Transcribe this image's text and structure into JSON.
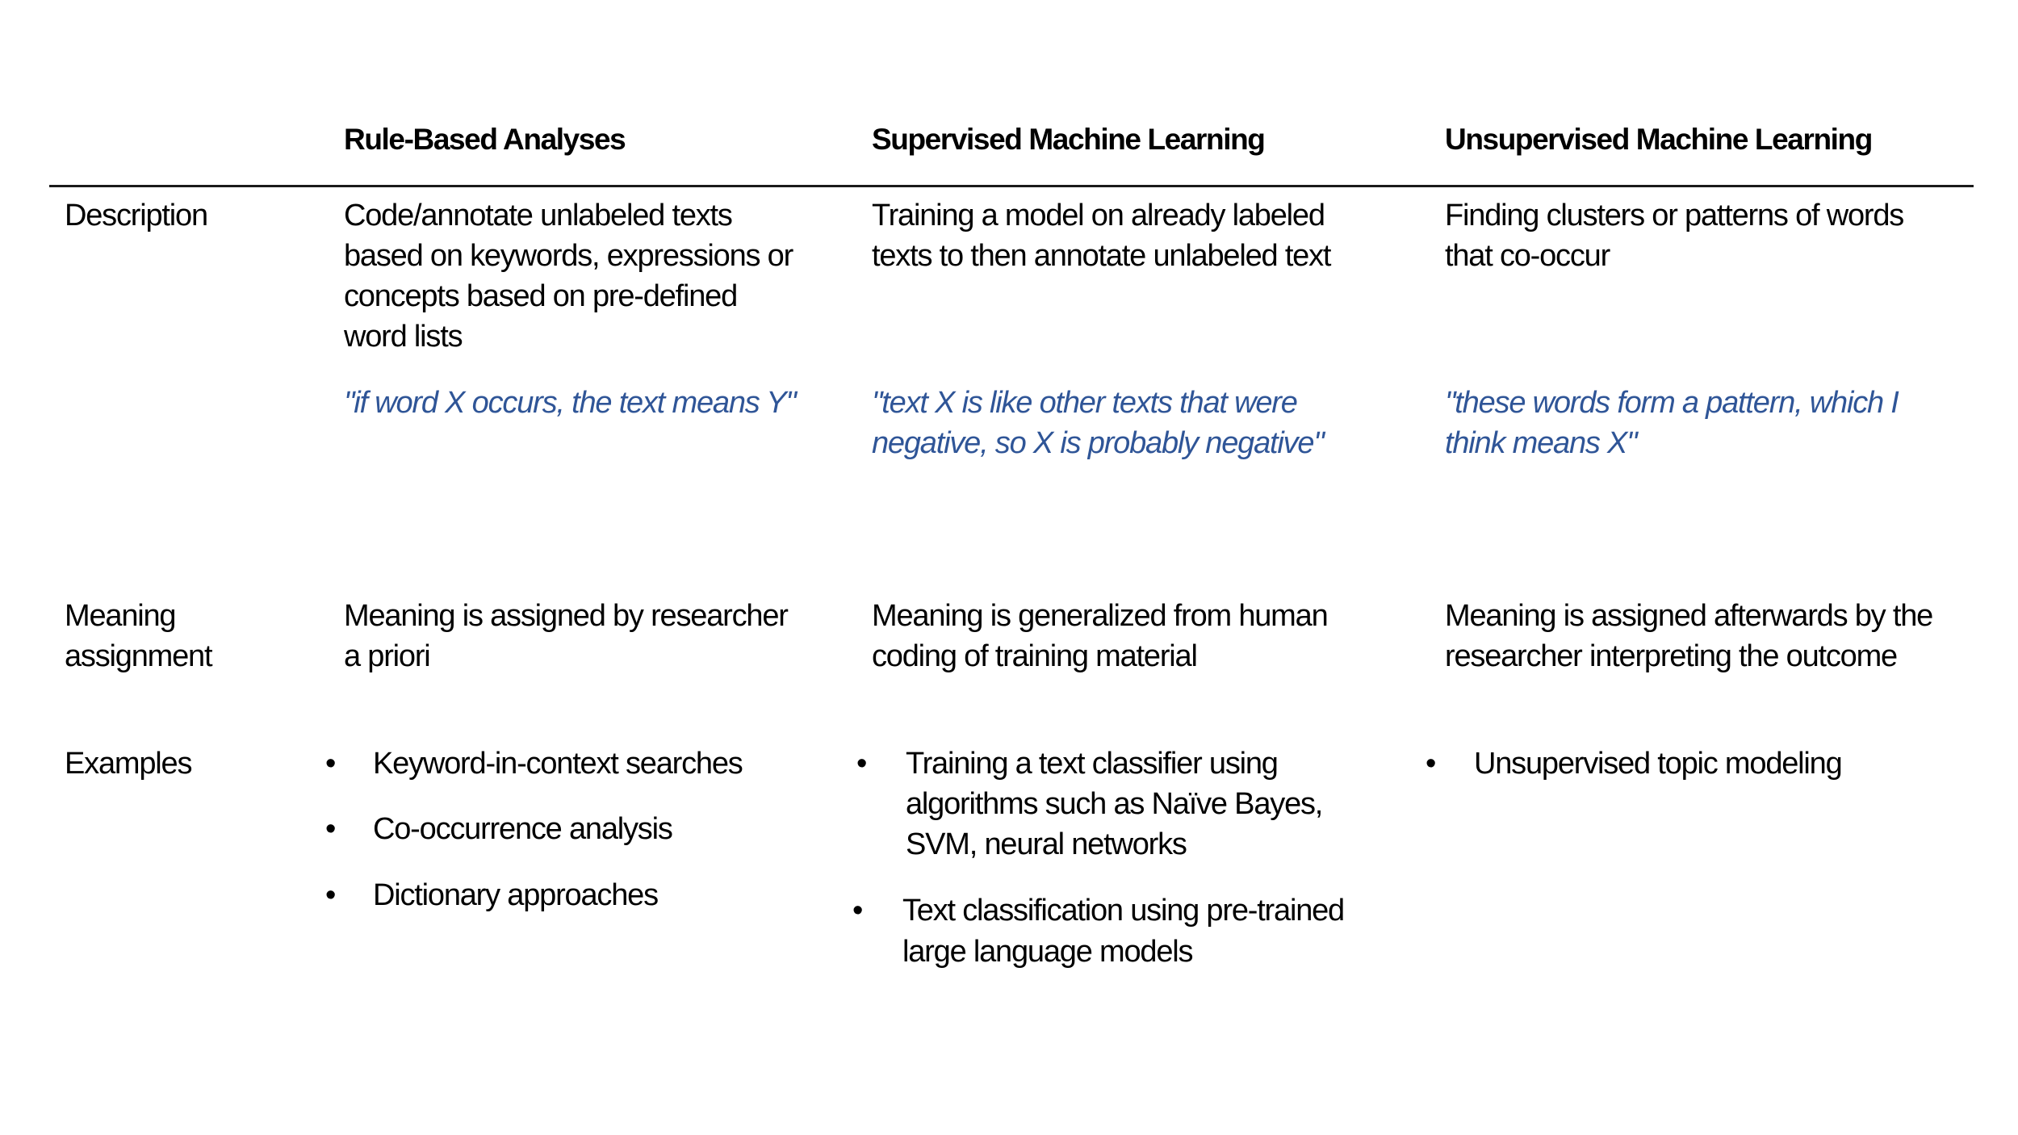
{
  "columns": [
    {
      "header": "Rule-Based Analyses"
    },
    {
      "header": "Supervised Machine Learning"
    },
    {
      "header": "Unsupervised Machine Learning"
    }
  ],
  "rows": {
    "description": {
      "label": "Description",
      "cells": [
        {
          "lines": [
            "Code/annotate unlabeled texts",
            "based on keywords, expressions or",
            "concepts based on pre-defined",
            "word lists"
          ],
          "quote_lines": [
            "\"if word X occurs, the text means Y\""
          ]
        },
        {
          "lines": [
            "Training a model on already labeled",
            "texts to then annotate unlabeled text"
          ],
          "quote_lines": [
            "\"text X is like other texts that were",
            "negative, so X is probably negative\""
          ]
        },
        {
          "lines": [
            "Finding clusters or patterns of words",
            "that co-occur"
          ],
          "quote_lines": [
            "\"these words form a pattern, which I",
            "think means X\""
          ]
        }
      ]
    },
    "meaning": {
      "label_lines": [
        "Meaning",
        "assignment"
      ],
      "cells": [
        {
          "lines": [
            "Meaning is assigned by researcher",
            "a priori"
          ]
        },
        {
          "lines": [
            "Meaning is generalized from human",
            "coding of training material"
          ]
        },
        {
          "lines": [
            "Meaning is assigned afterwards by the",
            "researcher interpreting the outcome"
          ]
        }
      ]
    },
    "examples": {
      "label": "Examples",
      "bullet_glyph": "•",
      "cells": [
        {
          "items": [
            {
              "lines": [
                "Keyword-in-context searches"
              ]
            },
            {
              "lines": [
                "Co-occurrence analysis"
              ]
            },
            {
              "lines": [
                "Dictionary approaches"
              ]
            }
          ]
        },
        {
          "items": [
            {
              "lines": [
                "Training a text classifier using",
                "algorithms such as Naïve Bayes,",
                "SVM, neural networks"
              ]
            },
            {
              "lines": [
                "Text classification using pre-trained",
                "large language models"
              ]
            }
          ]
        },
        {
          "items": [
            {
              "lines": [
                "Unsupervised topic modeling"
              ]
            }
          ]
        }
      ]
    }
  },
  "colors": {
    "text": "#000000",
    "quote": "#2f5597",
    "rule": "#1a1a1a",
    "background": "#ffffff"
  }
}
